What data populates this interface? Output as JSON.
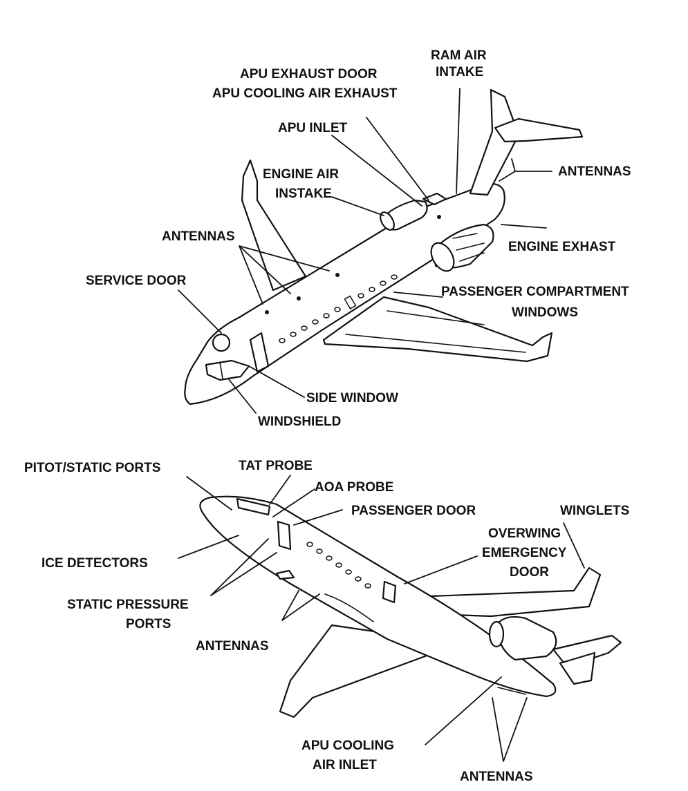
{
  "top_view": {
    "labels": {
      "ram_air_intake_1": "RAM AIR",
      "ram_air_intake_2": "INTAKE",
      "apu_exhaust_door": "APU  EXHAUST DOOR",
      "apu_cooling_air_exhaust": "APU COOLING AIR EXHAUST",
      "apu_inlet": "APU INLET",
      "antennas_tail": "ANTENNAS",
      "engine_air_intake_1": "ENGINE AIR",
      "engine_air_intake_2": "INSTAKE",
      "antennas_top": "ANTENNAS",
      "engine_exhast": "ENGINE EXHAST",
      "service_door": "SERVICE DOOR",
      "passenger_windows_1": "PASSENGER COMPARTMENT",
      "passenger_windows_2": "WINDOWS",
      "side_window": "SIDE WINDOW",
      "windshield": "WINDSHIELD"
    }
  },
  "bottom_view": {
    "labels": {
      "pitot_static_ports": "PITOT/STATIC PORTS",
      "tat_probe": "TAT PROBE",
      "aoa_probe": "AOA PROBE",
      "passenger_door": "PASSENGER DOOR",
      "winglets": "WINGLETS",
      "overwing_1": "OVERWING",
      "overwing_2": "EMERGENCY",
      "overwing_3": "DOOR",
      "ice_detectors": "ICE DETECTORS",
      "static_pressure_1": "STATIC PRESSURE",
      "static_pressure_2": "PORTS",
      "antennas_belly": "ANTENNAS",
      "apu_cooling_inlet_1": "APU COOLING",
      "apu_cooling_inlet_2": "AIR INLET",
      "antennas_bottom": "ANTENNAS"
    }
  }
}
